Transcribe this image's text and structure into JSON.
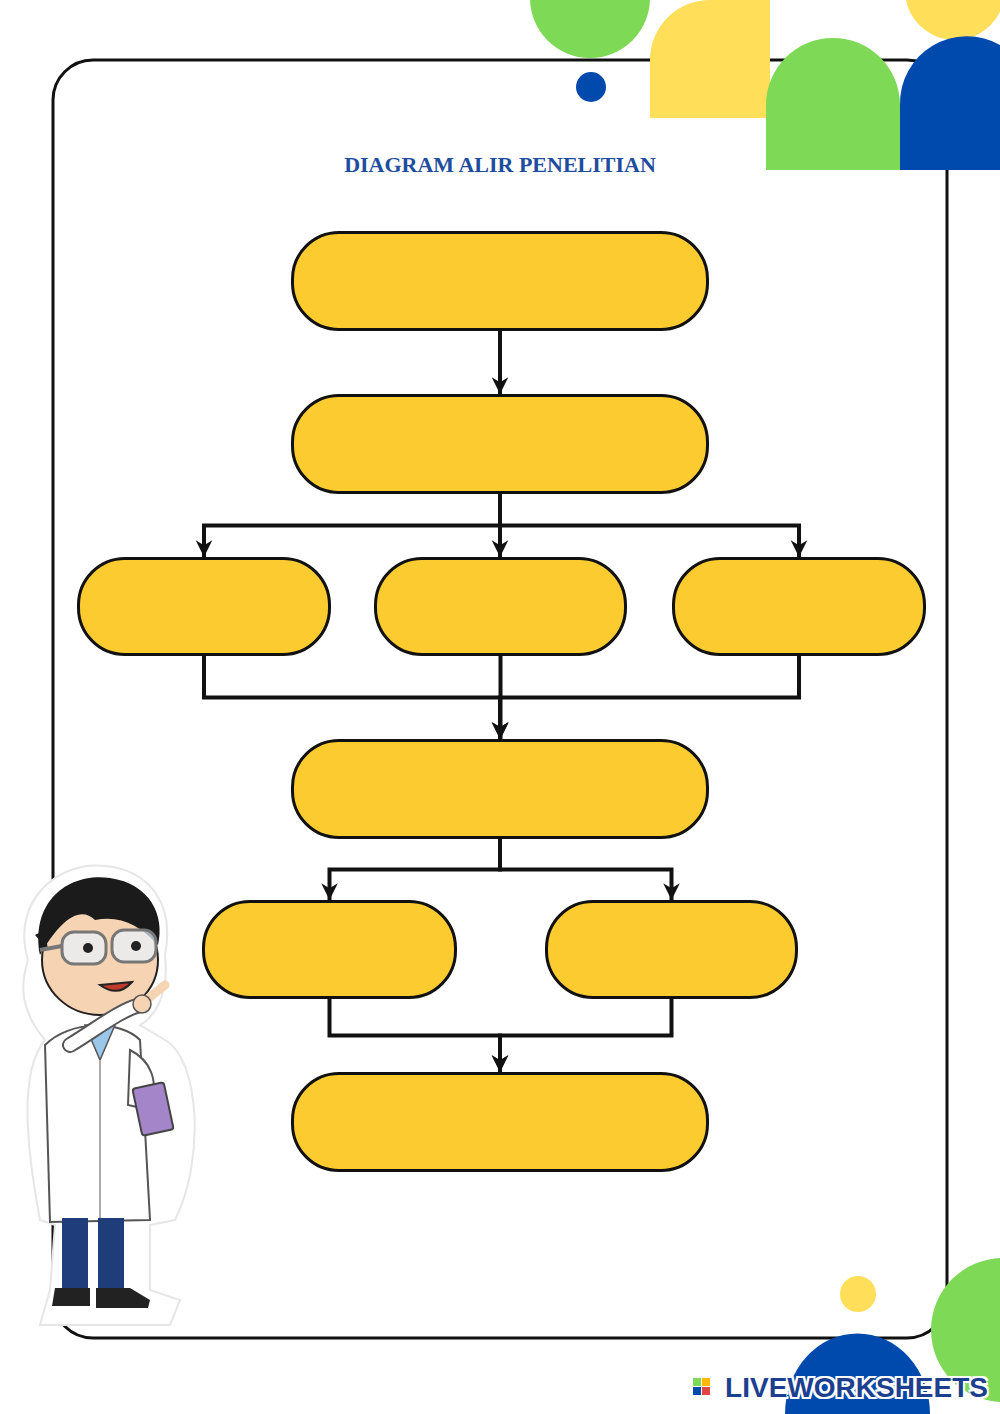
{
  "diagram": {
    "title": "DIAGRAM ALIR PENELITIAN",
    "nodes": [
      {
        "text": []
      },
      {
        "text": []
      },
      {
        "text": []
      },
      {
        "text": []
      },
      {
        "text": []
      },
      {
        "text": []
      },
      {
        "text": []
      },
      {
        "text": []
      },
      {
        "text": []
      }
    ],
    "edges": [
      {
        "from": 0,
        "to": 1,
        "arrow": "to"
      },
      {
        "from": 1,
        "to": 2,
        "arrow": "to"
      },
      {
        "from": 1,
        "to": 3,
        "arrow": "to"
      },
      {
        "from": 1,
        "to": 4,
        "arrow": "to"
      },
      {
        "from": 2,
        "to": 5,
        "arrow": "to"
      },
      {
        "from": 3,
        "to": 5,
        "arrow": "to"
      },
      {
        "from": 4,
        "to": 5,
        "arrow": "to"
      },
      {
        "from": 5,
        "to": 6,
        "arrow": "to"
      },
      {
        "from": 5,
        "to": 7,
        "arrow": "to"
      },
      {
        "from": 6,
        "to": 8,
        "arrow": "to"
      },
      {
        "from": 7,
        "to": 8,
        "arrow": "to"
      }
    ],
    "labels": [
      "LIVEWORKSHEETS"
    ]
  }
}
